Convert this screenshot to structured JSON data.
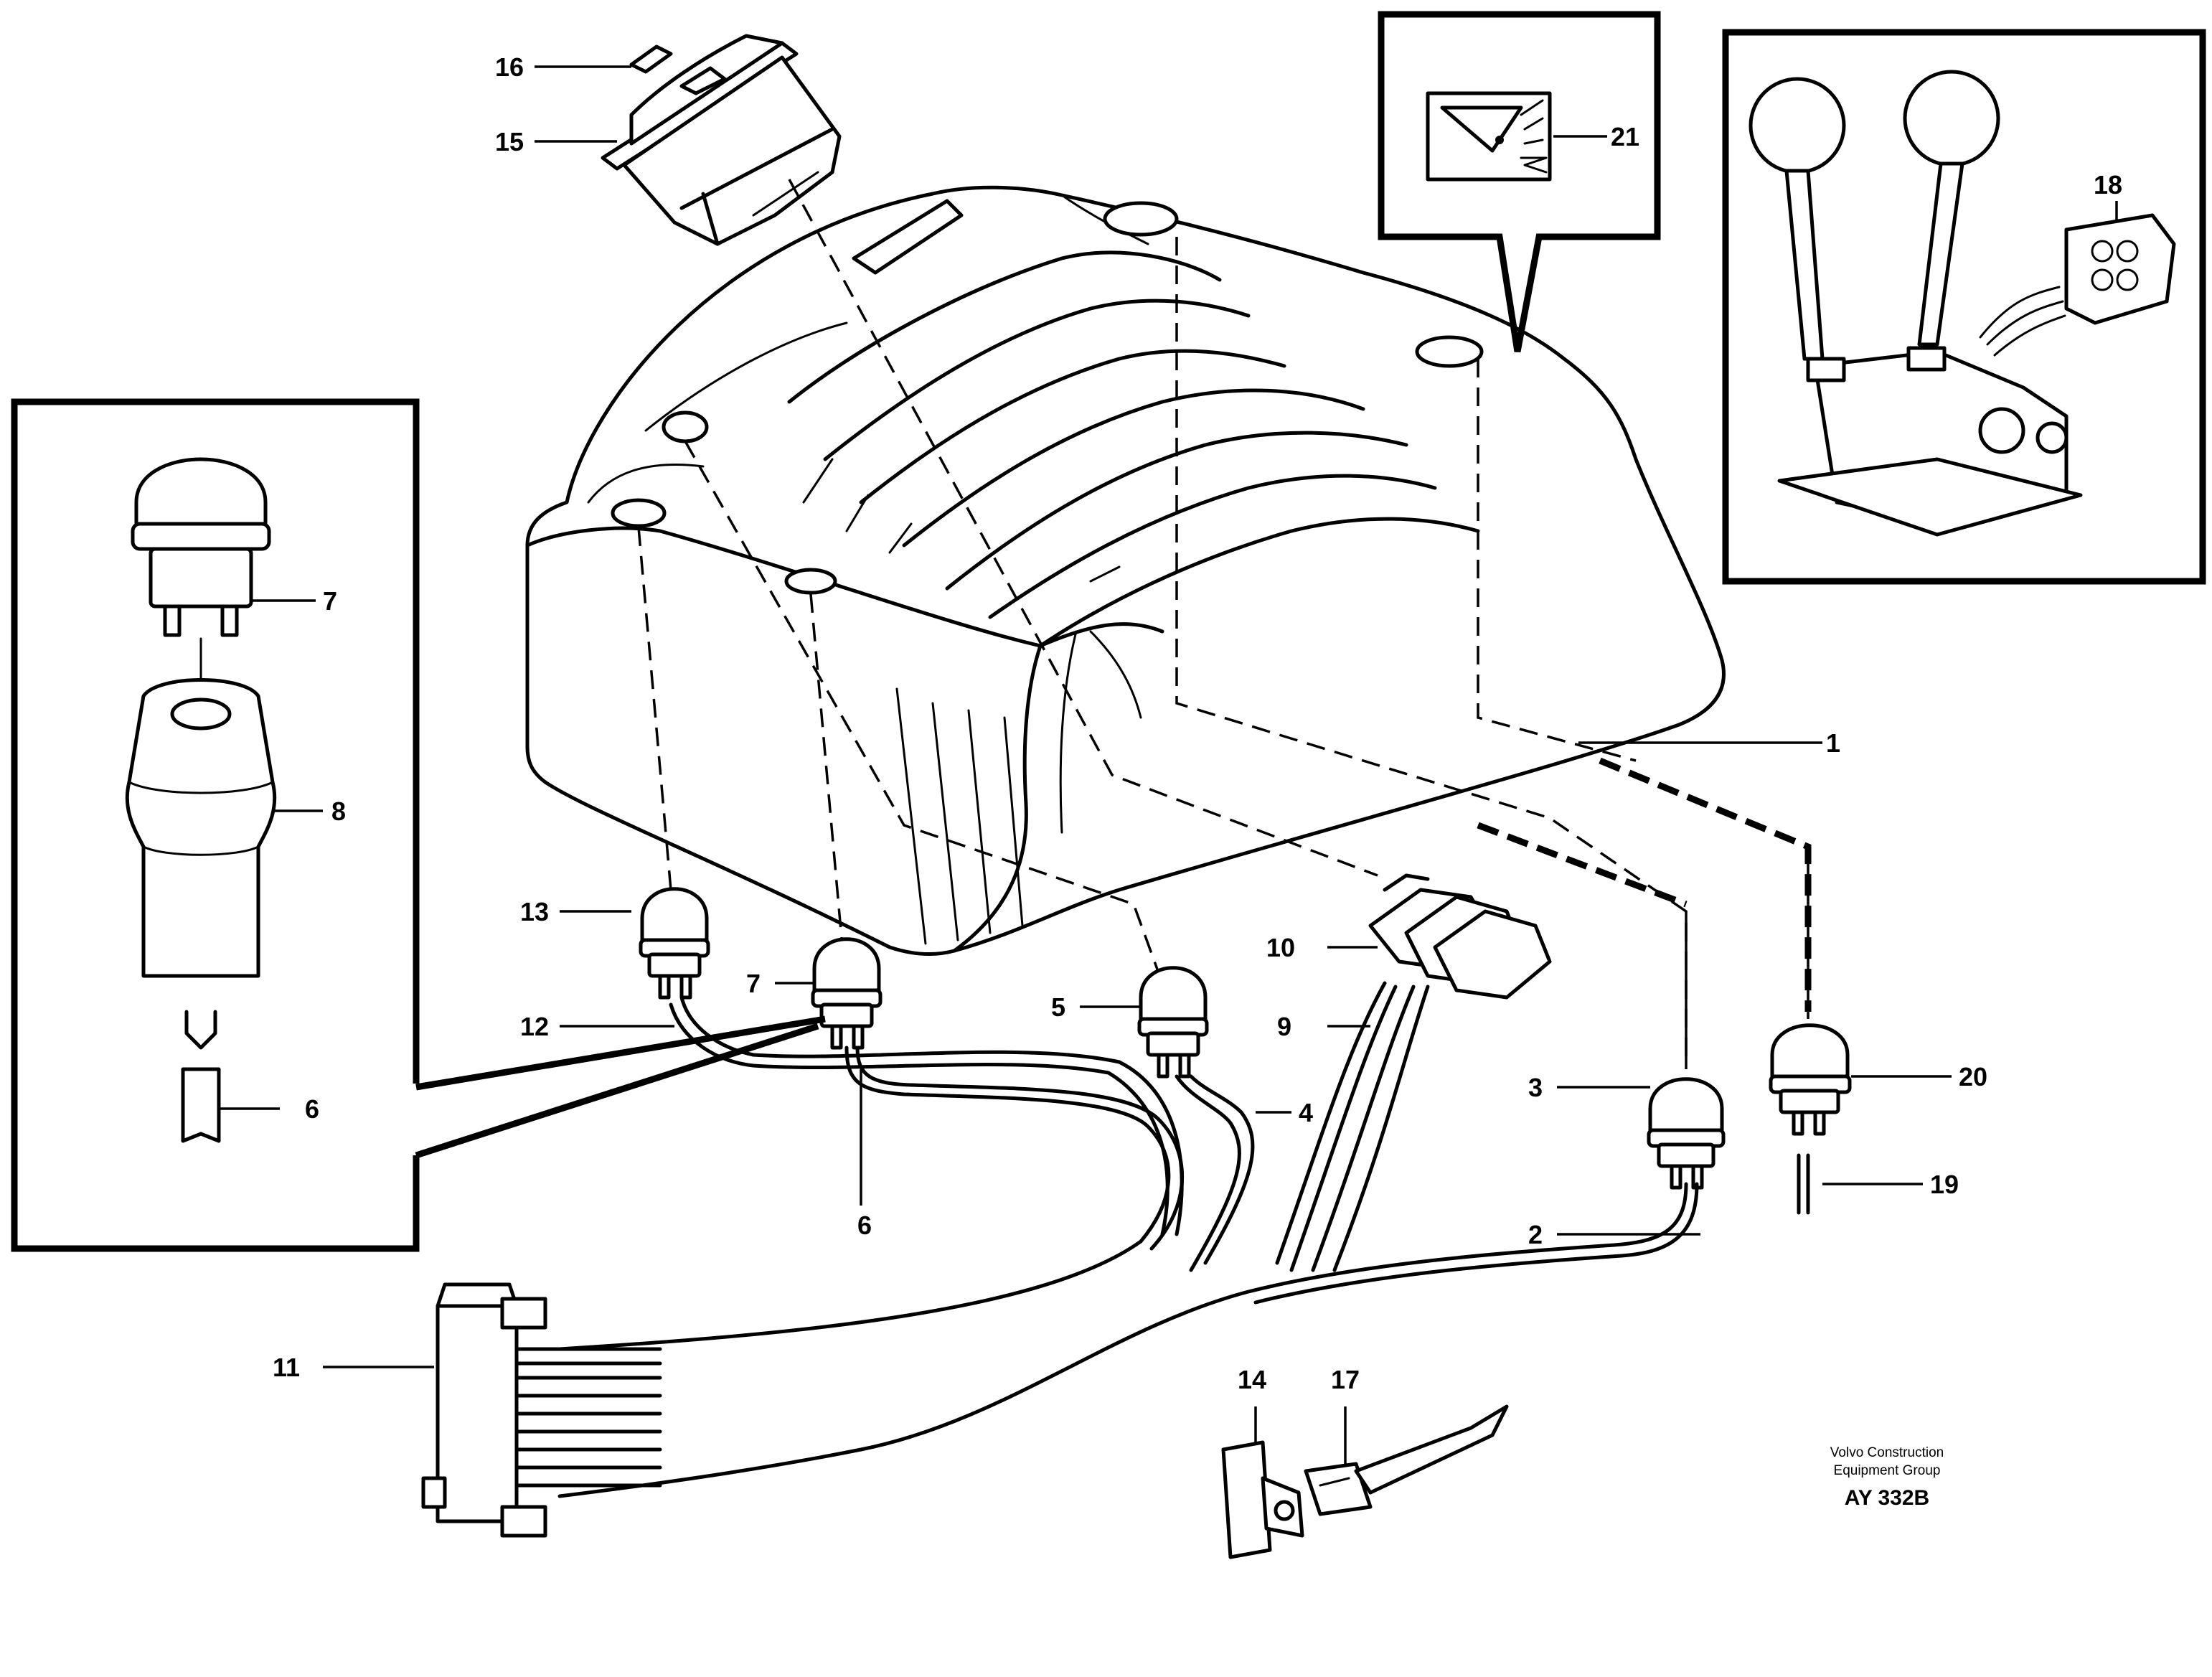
{
  "callouts": {
    "c1": "1",
    "c2": "2",
    "c3": "3",
    "c4": "4",
    "c5": "5",
    "c6a": "6",
    "c6b": "6",
    "c7a": "7",
    "c7b": "7",
    "c8": "8",
    "c9": "9",
    "c10": "10",
    "c11": "11",
    "c12": "12",
    "c13": "13",
    "c14": "14",
    "c15": "15",
    "c16": "16",
    "c17": "17",
    "c18": "18",
    "c19": "19",
    "c20": "20",
    "c21": "21"
  },
  "credit": {
    "line1": "Volvo Construction",
    "line2": "Equipment Group",
    "code": "AY 332B"
  }
}
